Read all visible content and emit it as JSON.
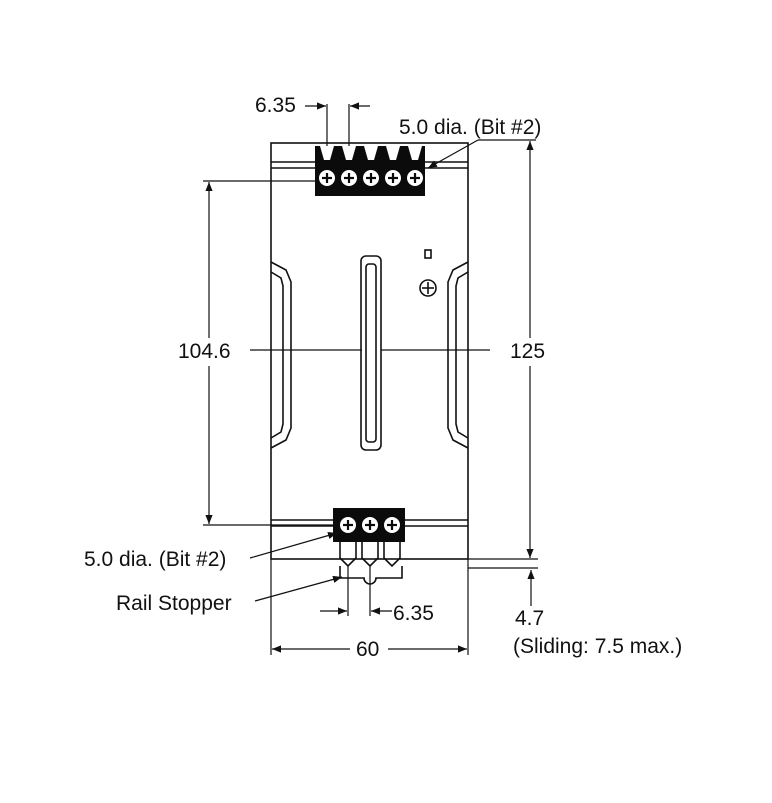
{
  "labels": {
    "top_pitch": "6.35",
    "top_screw": "5.0 dia. (Bit #2)",
    "height_inner": "104.6",
    "height_total": "125",
    "bottom_screw": "5.0 dia. (Bit #2)",
    "rail_stopper": "Rail Stopper",
    "bottom_pitch": "6.35",
    "sliding_offset": "4.7",
    "sliding_note": "(Sliding: 7.5 max.)",
    "width": "60"
  },
  "colors": {
    "line": "#111111",
    "background": "#ffffff"
  }
}
